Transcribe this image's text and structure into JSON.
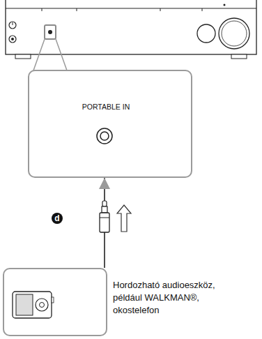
{
  "diagram": {
    "nodes": [
      {
        "text": [
          "PORTABLE IN"
        ]
      },
      {
        "text": [
          "Hordozható audioeszköz, például WALKMAN®, okostelefon"
        ]
      }
    ],
    "edges": [
      {
        "from": 1,
        "to": 0,
        "arrow": "to"
      }
    ],
    "labels": [
      "d"
    ]
  }
}
